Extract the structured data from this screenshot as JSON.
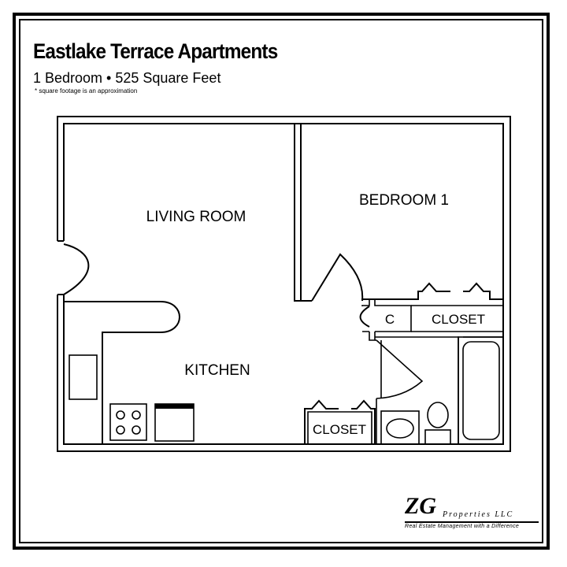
{
  "header": {
    "title": "Eastlake Terrace Apartments",
    "subtitle": "1 Bedroom • 525 Square Feet",
    "note": "* square footage is an approximation"
  },
  "rooms": {
    "living_room": "LIVING ROOM",
    "bedroom": "BEDROOM 1",
    "kitchen": "KITCHEN",
    "closet_bedroom": "CLOSET",
    "closet_small": "C",
    "closet_hall": "CLOSET"
  },
  "logo": {
    "mark": "ZG",
    "name": "Properties LLC",
    "tagline": "Real Estate Management with a Difference"
  }
}
